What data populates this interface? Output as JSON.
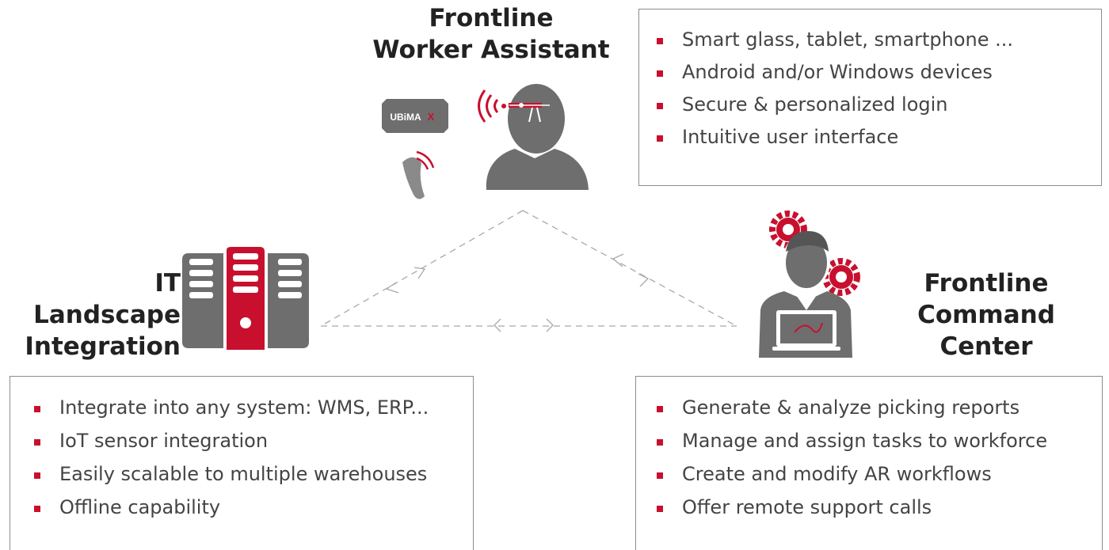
{
  "nodes": {
    "worker": {
      "title_lines": [
        "Frontline",
        "Worker Assistant"
      ]
    },
    "it": {
      "title_lines": [
        "IT Landscape",
        "Integration"
      ]
    },
    "command": {
      "title_lines": [
        "Frontline",
        "Command Center"
      ]
    }
  },
  "boxes": {
    "worker": [
      "Smart glass, tablet, smartphone ...",
      "Android and/or Windows devices",
      "Secure & personalized login",
      "Intuitive user interface"
    ],
    "it": [
      "Integrate into any system: WMS, ERP...",
      "IoT sensor integration",
      "Easily scalable to multiple warehouses",
      "Offline capability"
    ],
    "command": [
      "Generate & analyze picking reports",
      "Manage and assign tasks to workforce",
      "Create and modify AR workflows",
      "Offer remote support calls"
    ]
  },
  "device_logo": {
    "text": "UBiMA",
    "accent": "X"
  },
  "colors": {
    "accent": "#c8102e",
    "icon_gray": "#6e6e6e",
    "text": "#3a3a3a",
    "border": "#8c8c8c",
    "dash": "#a9a9a9"
  },
  "icons": [
    "person-with-smart-glasses-icon",
    "wearable-device-icon",
    "ring-scanner-icon",
    "wireless-signal-icon",
    "server-rack-icon",
    "operator-with-laptop-icon",
    "gear-icon"
  ]
}
